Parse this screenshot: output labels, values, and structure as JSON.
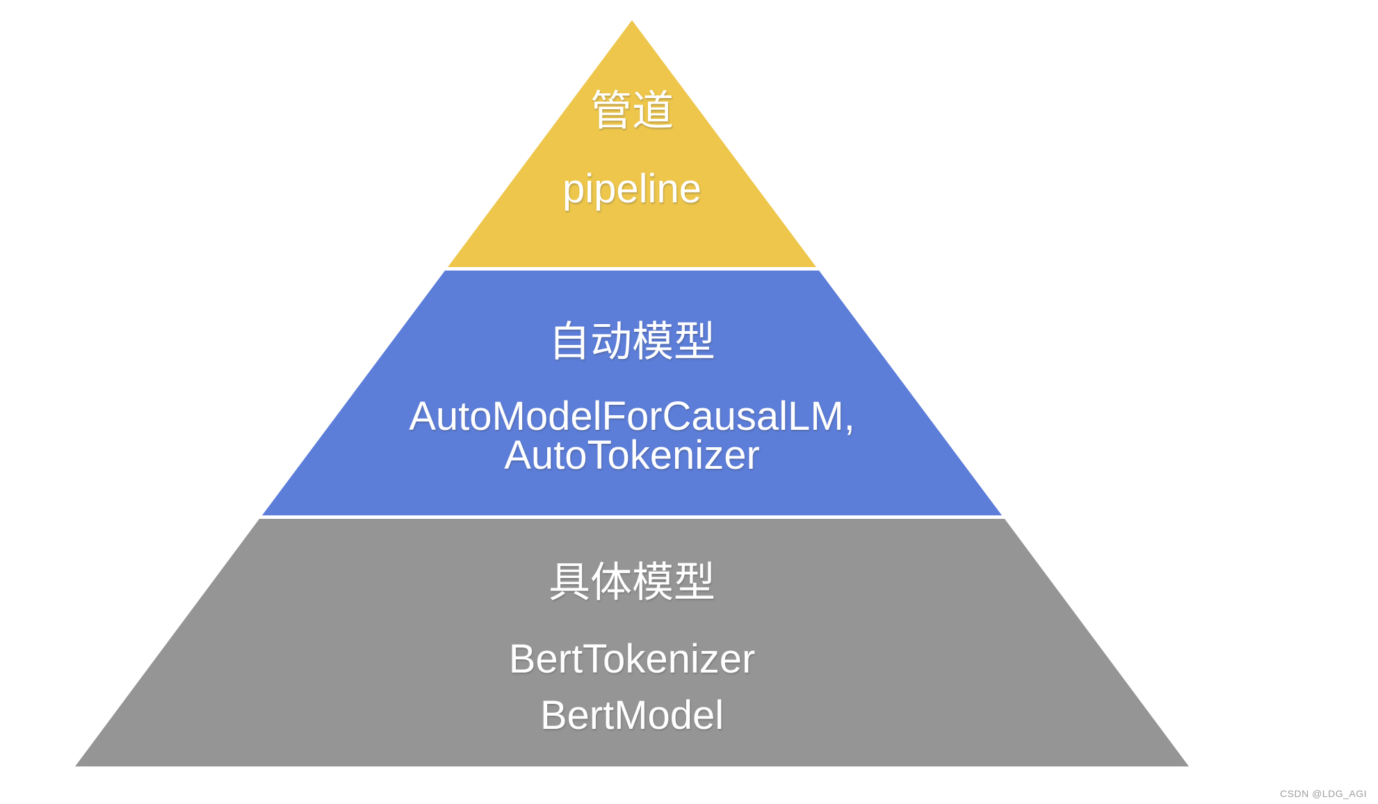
{
  "page": {
    "background_color": "#ffffff"
  },
  "pyramid": {
    "tiers": [
      {
        "id": "pipeline",
        "color": "#EDC64B",
        "text_color": "#FFFFFF",
        "title_zh": "管道",
        "lines": [
          "pipeline"
        ]
      },
      {
        "id": "auto-model",
        "color": "#5C7DD8",
        "text_color": "#FFFFFF",
        "title_zh": "自动模型",
        "lines": [
          "AutoModelForCausalLM,",
          "AutoTokenizer"
        ]
      },
      {
        "id": "concrete-model",
        "color": "#959595",
        "text_color": "#FFFFFF",
        "title_zh": "具体模型",
        "lines": [
          "BertTokenizer",
          "BertModel"
        ]
      }
    ]
  },
  "watermark": {
    "text": "CSDN @LDG_AGI",
    "color": "#9E9E9E"
  }
}
